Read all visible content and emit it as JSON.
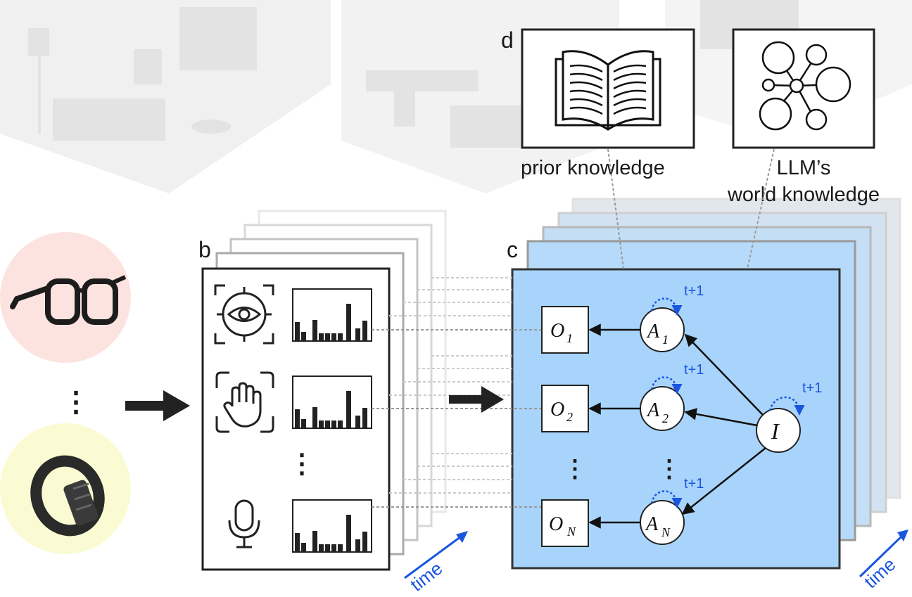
{
  "panels": {
    "b": {
      "letter": "b",
      "time_label": "time"
    },
    "c": {
      "letter": "c",
      "time_label": "time",
      "observations": [
        {
          "sym": "O",
          "sub": "1"
        },
        {
          "sym": "O",
          "sub": "2"
        },
        {
          "sym": "O",
          "sub": "N"
        }
      ],
      "actions": [
        {
          "sym": "A",
          "sub": "1",
          "step": "t+1"
        },
        {
          "sym": "A",
          "sub": "2",
          "step": "t+1"
        },
        {
          "sym": "A",
          "sub": "N",
          "step": "t+1"
        }
      ],
      "intent": {
        "sym": "I",
        "step": "t+1"
      }
    },
    "d": {
      "letter": "d",
      "prior_label": "prior knowledge",
      "llm_label_line1": "LLM’s",
      "llm_label_line2": "world knowledge"
    }
  },
  "colors": {
    "panel_c_fill": "#a8d4fb",
    "accent_blue": "#1a55e0",
    "glasses_bg": "#fde3e0",
    "band_bg": "#fafbd2"
  },
  "icons": [
    "eye-target-icon",
    "hand-gesture-icon",
    "microphone-icon",
    "open-book-icon",
    "knowledge-graph-icon",
    "smart-glasses-icon",
    "wristband-icon"
  ]
}
